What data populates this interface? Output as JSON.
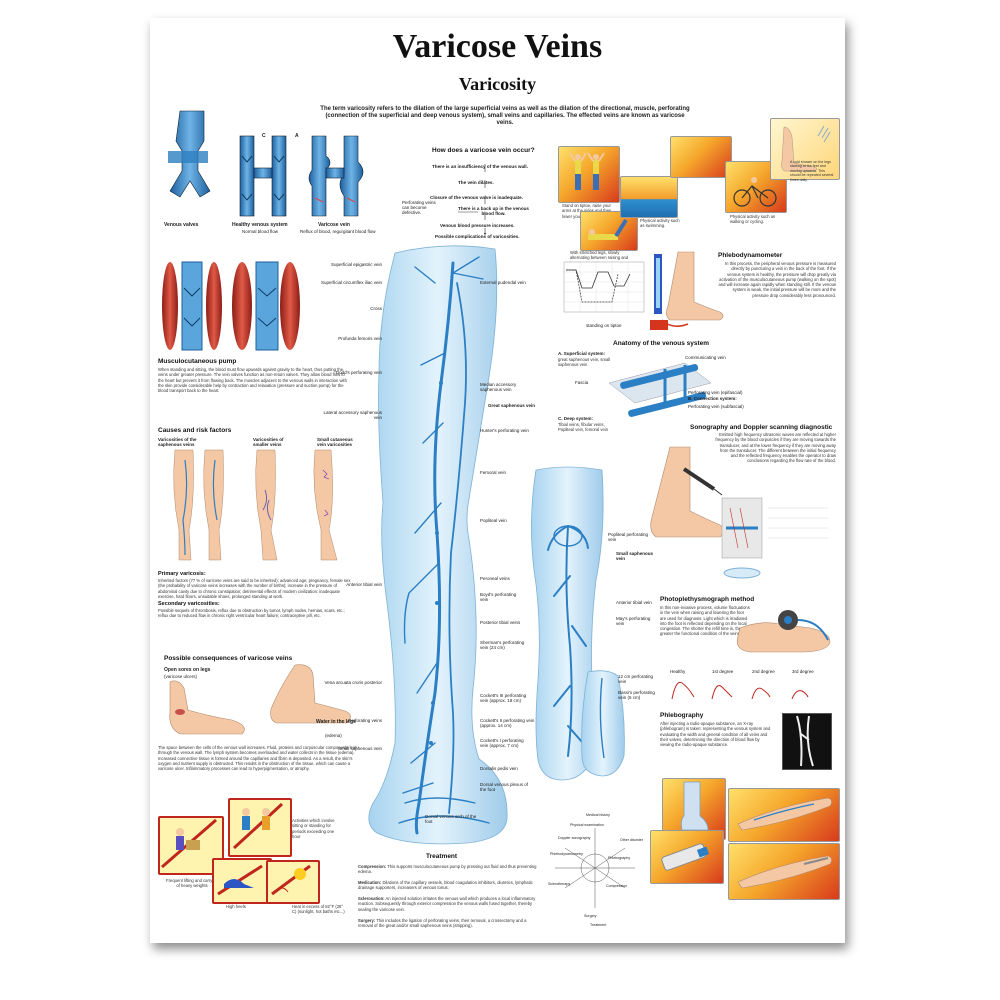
{
  "poster": {
    "title": "Varicose Veins",
    "subtitle": "Varicosity",
    "intro": "The term varicosity refers to the dilation of the large superficial veins as well as the dilation of the directional, muscle, perforating (connection of the superficial and deep venous system), small veins and capillaries. The effected veins are known as varicose veins."
  },
  "valves": {
    "labels": [
      "Venous valves",
      "Healthy venous system",
      "Varicose vein"
    ],
    "captions": [
      "",
      "Normal blood flow",
      "Reflux of blood, regurgitant blood flow"
    ],
    "markers": [
      "C",
      "A"
    ]
  },
  "flowchart": {
    "title": "How does a varicose vein occur?",
    "steps": [
      "There is an insufficiency of the venous wall.",
      "The vein dilates.",
      "Closure of the venous valve is inadequate.",
      "There is a back up in the venous blood flow.",
      "Venous blood pressure increases.",
      "Possible complications of varicosities."
    ],
    "side_note": "Perforating veins can become defective."
  },
  "pump": {
    "title": "Musculocutaneous pump",
    "text": "When standing and sitting, the blood must flow upwards against gravity to the heart, thus putting the veins under greater pressure. The vein valves function as non-return valves. They allow blood flow to the heart but prevent it from flowing back. The muscles adjacent to the venous walls in interaction with the skin provide considerable help by contraction and relaxation (pressure and suction pump) for the blood transport back to the heart."
  },
  "causes": {
    "title": "Causes and risk factors",
    "columns": [
      "Varicosities of the saphenous veins",
      "Varicosities of smaller veins",
      "Small cutaneous vein varicosities"
    ],
    "primary_title": "Primary varicosis:",
    "primary_text": "Inherited factors (77 % of varicose veins are said to be inherited); advanced age; pregnancy, female sex (the probability of varicose veins increases with the number of births); increase in the pressure of abdominal cavity due to chronic constipation; detrimental effects of modern civilization: inadequate exercise, hard floors, unsuitable shoes, prolonged standing at work.",
    "secondary_title": "Secondary varicosities:",
    "secondary_text": "Possible sequels of thrombosis, reflux due to obstruction by tumor, lymph nodes, hernias, scars, etc.; reflux due to reduced flow in chronic right ventricular heart failure; contraceptive pill, etc."
  },
  "consequences": {
    "title": "Possible consequences of varicose veins",
    "sub1": "Open sores on legs",
    "sub1_note": "(varicose ulcers)",
    "sub2": "Water in the legs",
    "sub2_note": "(edema)",
    "text": "The space between the cells of the venous wall increases. Fluid, proteins and corpuscular components leak through the venous wall. The lymph system becomes overloaded and water collects in the tissue (edema). Increased connective tissue is formed around the capillaries and fibrin is deposited. As a result, the skin's oxygen and nutrient supply is obstructed. This results in the obstruction of the tissue, which can cause a varicose ulcer. Inflammatory processes can lead to hyperpigmentation, or atrophy."
  },
  "risk_icons": {
    "captions": [
      "Frequent lifting and carrying of heavy weights",
      "Activities which involve sitting or standing for periods exceeding one hour",
      "High heels",
      "Heat in excess of 82°F (28° C) (sunlight, hot baths etc...)"
    ]
  },
  "leg_labels_left": [
    "Superficial epigastric vein",
    "Superficial circumflex iliac vein",
    "Cross",
    "Profunda femoris vein",
    "Dodd's perforating vein",
    "Lateral accessory saphenous vein",
    "Anterior tibial vein",
    "Vena arcuata cruris posterior",
    "Perforating veins",
    "Small saphenous vein"
  ],
  "leg_labels_right": [
    "External pudendal vein",
    "Median accessory saphenous vein",
    "Great saphenous vein",
    "Hunter's perforating vein",
    "Femoral vein",
    "Popliteal vein",
    "Peroneal veins",
    "Boyd's perforating vein",
    "Posterior tibial veins",
    "Sherman's perforating vein (24 cm)",
    "Cockett's III perforating vein (approx. 18 cm)",
    "Cockett's II perforating vein (approx. 14 cm)",
    "Cockett's I perforating vein (approx. 7 cm)",
    "Dorsalis pedis vein",
    "Dorsal venous plexus of the foot",
    "Dorsal venous arch of the foot"
  ],
  "back_leg_labels": [
    "Popliteal perforating vein",
    "Small saphenous vein",
    "Anterior tibial vein",
    "May's perforating vein",
    "12 cm perforating vein",
    "Bassi's perforating vein (5 cm)"
  ],
  "exercise": {
    "captions": [
      "Stand on tiptoe, raise your arms at the sides and then lower your heels again.",
      "With stretched legs, slowly alternating between raising and lowering each leg.",
      "Physical activity such as swimming.",
      "Physical activity such as walking or cycling.",
      "A cold shower on the legs starting at the feet and moving upwards. This should be repeated several times daily."
    ]
  },
  "phlebo": {
    "title": "Phlebodynamometer",
    "text": "In this process, the peripheral venous pressure is measured directly by puncturing a vein in the back of the foot. If the venous system is healthy, the pressure will drop greatly via activation of the musculocutaneous pump (walking on the spot) and will increase again rapidly when standing still. If the venous system is weak, the initial pressure will be more and the pressure drop considerably less pronounced.",
    "chart_note": "standing on tiptoe"
  },
  "anatomy": {
    "title": "Anatomy of the venous system",
    "a_title": "A. Superficial system:",
    "a_text": "great saphenous vein, small saphenous vein",
    "b_title": "B. Connection system:",
    "c_title": "C. Deep system:",
    "c_text": "Tibial veins, fibular veins, Popliteal vein, femoral vein",
    "labels": [
      "Communicating vein",
      "Fascia",
      "Perforating vein (epifascial)",
      "Perforating vein (subfascial)"
    ]
  },
  "doppler": {
    "title": "Sonography and Doppler scanning diagnostic",
    "text": "Emitted high frequency ultrasonic waves are reflected at higher frequency by the blood corpuscles if they are moving towards the transducer, and at the lower frequency if they are moving away from the transducer. The different between the initial frequency and the reflected frequency enables the operator to draw conclusions regarding the flow rate of the blood."
  },
  "photo": {
    "title": "Photoplethysmograph method",
    "text": "In this non-invasive process, volume fluctuations in the vein when raising and lowering the foot are used for diagnosis. Light which is irradiated into the foot is reflected depending on the local congestion. The shorter the refill time is, the greater the functional condition of the veins.",
    "curve_labels": [
      "Healthy",
      "1st degree",
      "2nd degree",
      "3rd degree"
    ]
  },
  "phlebography": {
    "title": "Phlebography",
    "text": "After injecting a radio-opaque substance, an X-ray (phlebogram) is taken: representing the venous system and evaluating the width and general condition of all veins and their valves, determining the direction of blood flow by viewing the radio-opaque substance."
  },
  "treatment": {
    "title": "Treatment",
    "items": [
      {
        "term": "Compression:",
        "text": "This supports musculocutaneous pump by pressing out fluid and thus preventing edema."
      },
      {
        "term": "Medication:",
        "text": "Dilations of the capillary vessels, blood coagulation inhibitors, diuretics, lymphatic drainage supporters, increasers of venous tonus."
      },
      {
        "term": "Sclerosation:",
        "text": "An injected solution irritates the venous wall which produces a local inflammatory reaction. Subsequently through exterior compression the venous walls fused together, thereby sealing the varicose vein."
      },
      {
        "term": "Surgery:",
        "text": "This includes the ligation of perforating veins, their removal, a crossectomy and a removal of the great and/or small saphenous veins (stripping)."
      }
    ],
    "wheel_labels": [
      "Medical history",
      "Physical examination",
      "Doppler sonography",
      "Phlebodynamometry",
      "Phlebography",
      "Sclerotherapy",
      "Compression",
      "Surgery",
      "Other disorder",
      "Treatment"
    ]
  },
  "colors": {
    "vein": "#2b7fc4",
    "leg_fill": "#cfe8f7",
    "warm_panel": "#f5a62b",
    "muscle": "#c8362a"
  },
  "icons": [
    "valve-diagram",
    "leg-vein-diagram",
    "foot-illustration",
    "prohibition-sign"
  ]
}
